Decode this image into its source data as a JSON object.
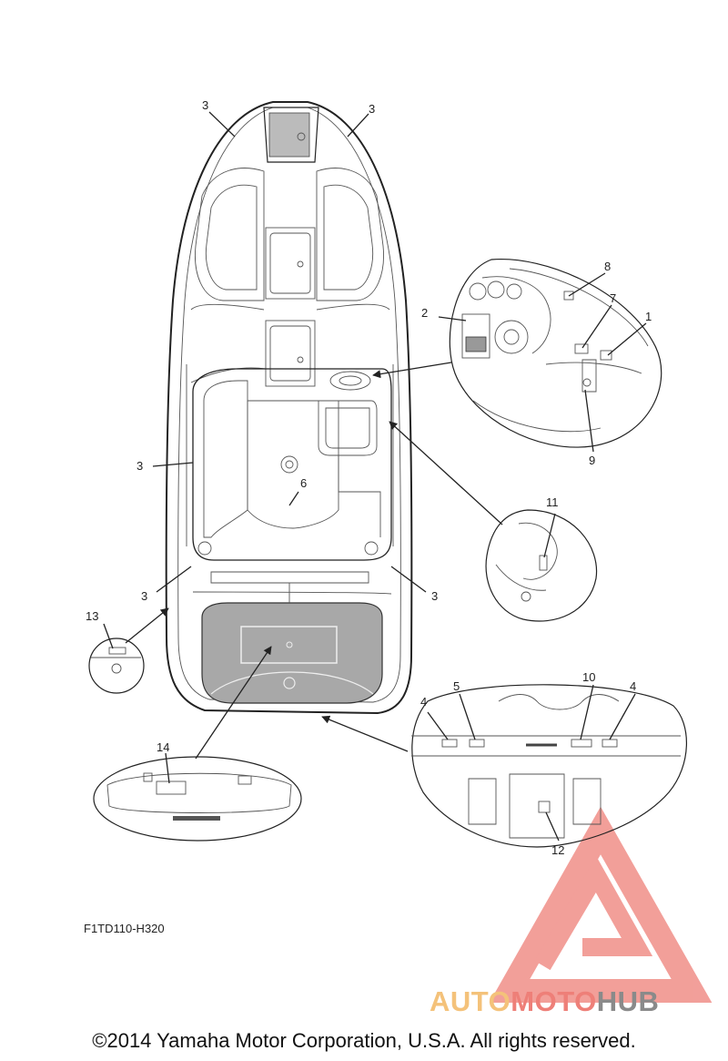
{
  "callouts": {
    "c1": "1",
    "c2": "2",
    "c3": "3",
    "c4": "4",
    "c5": "5",
    "c6": "6",
    "c7": "7",
    "c8": "8",
    "c9": "9",
    "c10": "10",
    "c11": "11",
    "c12": "12",
    "c13": "13",
    "c14": "14"
  },
  "part_code": "F1TD110-H320",
  "copyright": "©2014 Yamaha Motor Corporation, U.S.A. All rights reserved.",
  "watermark": {
    "part1": "AUTO",
    "part2": "MOTO",
    "part3": "HUB"
  },
  "colors": {
    "watermark_orange": "#f4c27a",
    "watermark_red": "#ee7f78",
    "watermark_gray": "#8a8a8a",
    "line": "#222222"
  }
}
